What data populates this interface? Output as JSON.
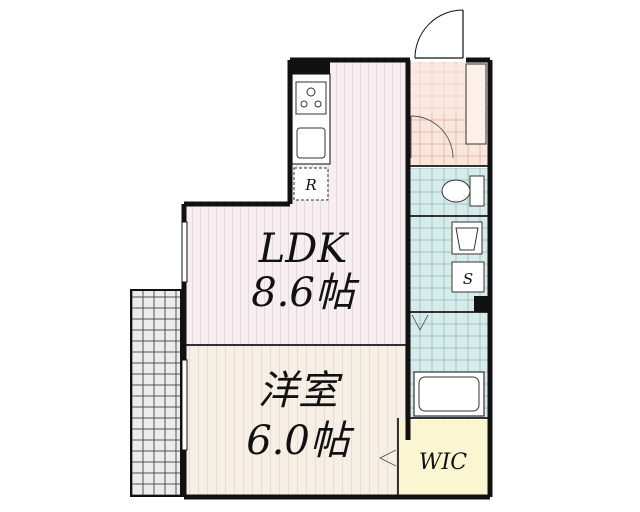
{
  "rooms": {
    "ldk": {
      "name": "LDK",
      "size": "8.6帖"
    },
    "western": {
      "name": "洋室",
      "size": "6.0帖"
    },
    "wic": {
      "label": "WIC"
    }
  },
  "fixtures": {
    "fridge_label": "R",
    "shoebox_label": "S"
  },
  "colors": {
    "wall": "#111111",
    "ldk_floor": "#f7eef2",
    "western_floor": "#f6efe5",
    "wet_area": "#d6ecea",
    "entrance": "#fbe6dc",
    "wic_floor": "#fbf6d2",
    "balcony": "#d9d9d9"
  },
  "icons": [
    "stove-icon",
    "sink-icon",
    "toilet-icon",
    "washbasin-icon",
    "bathtub-icon",
    "door-swing-icon"
  ]
}
